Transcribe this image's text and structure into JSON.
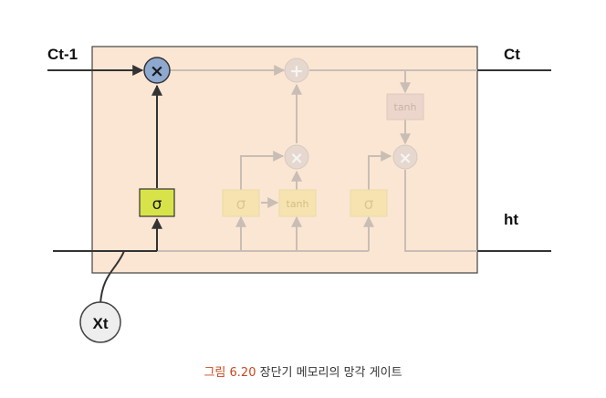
{
  "labels": {
    "c_prev": "Ct-1",
    "c_next": "Ct",
    "h_out": "ht",
    "x_in": "Xt"
  },
  "ops": {
    "multiply": "×",
    "add": "+",
    "sigma": "σ",
    "tanh": "tanh"
  },
  "caption": {
    "number": "그림 6.20",
    "text": "장단기 메모리의 망각 게이트"
  },
  "colors": {
    "cell_bg": "#fbe6d3",
    "active_gate": "#d8e34a",
    "active_multiply": "#8ea9cf",
    "faded_gate": "#f6e3b0",
    "faded_op": "#e6d8cf",
    "line_dark": "#333333",
    "line_faded": "#c8beb5",
    "caption_accent": "#c8461e"
  }
}
